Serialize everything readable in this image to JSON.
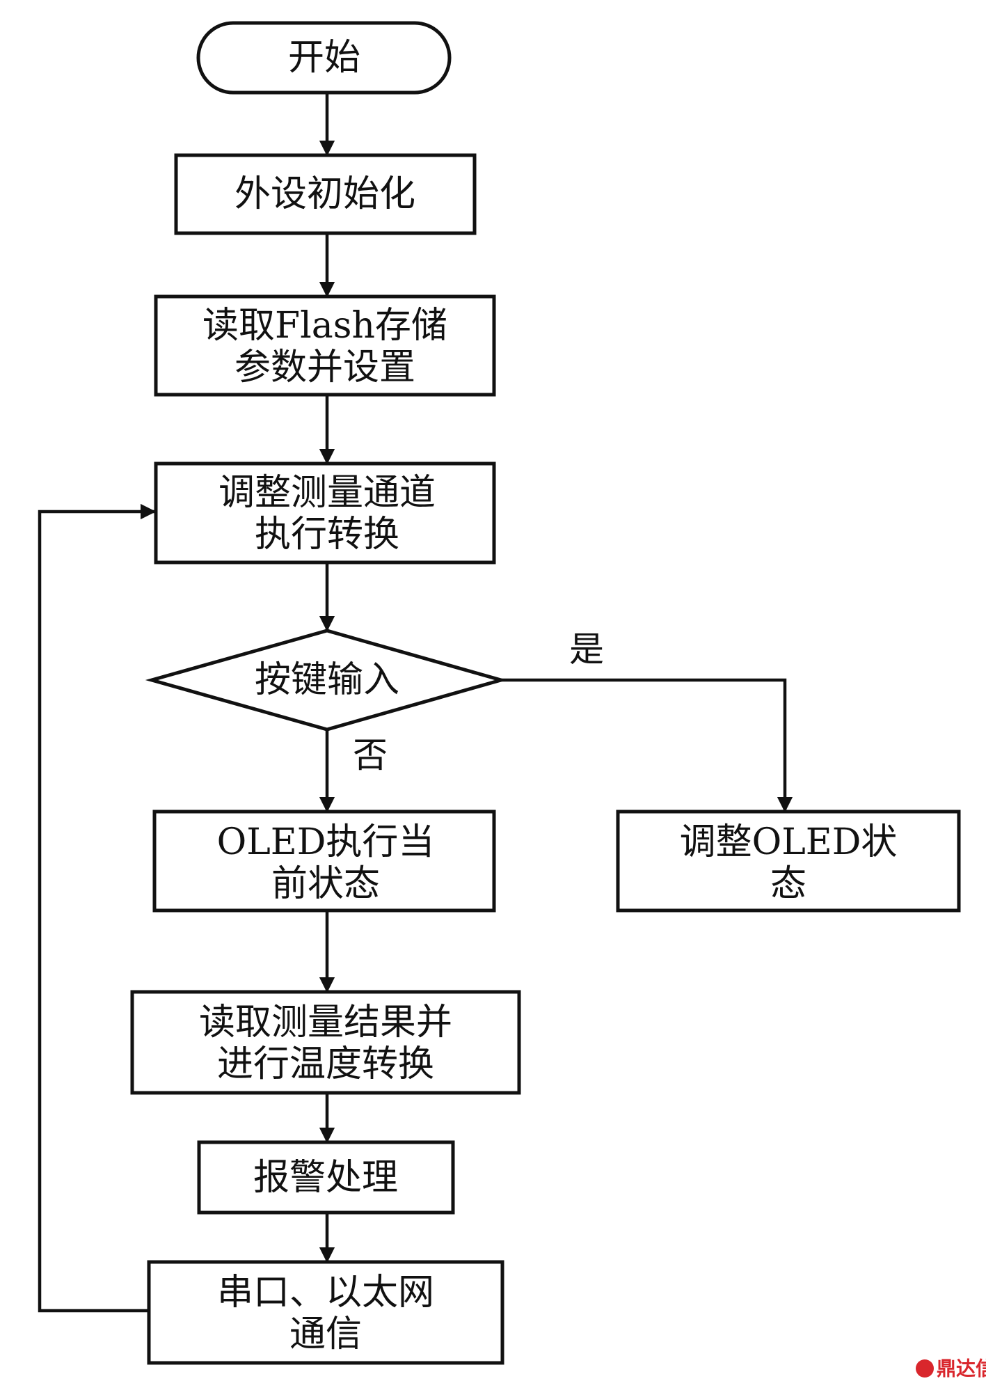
{
  "nodes": {
    "start": "开始",
    "peripheral_init": [
      "外设初始化"
    ],
    "read_flash": [
      "读取Flash存储",
      "参数并设置"
    ],
    "adjust_channel": [
      "调整测量通道",
      "执行转换"
    ],
    "key_input": "按键输入",
    "oled_current": [
      "OLED执行当",
      "前状态"
    ],
    "adjust_oled": [
      "调整OLED状",
      "态"
    ],
    "read_result": [
      "读取测量结果并",
      "进行温度转换"
    ],
    "alarm": [
      "报警处理"
    ],
    "comm": [
      "串口、以太网",
      "通信"
    ]
  },
  "edge_labels": {
    "yes": "是",
    "no": "否"
  },
  "watermark": {
    "text": "鼎达信"
  },
  "colors": {
    "line": "#111111",
    "background": "#ffffff",
    "watermark": "#d9262c"
  }
}
